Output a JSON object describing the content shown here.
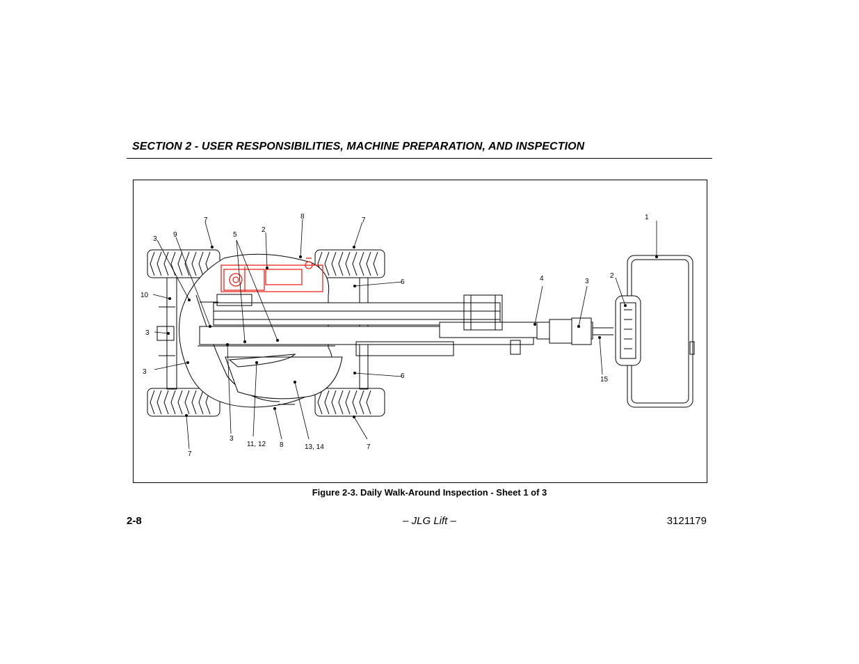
{
  "header": {
    "section_title": "SECTION 2 - USER RESPONSIBILITIES, MACHINE PREPARATION, AND INSPECTION"
  },
  "figure": {
    "caption": "Figure 2-3. Daily Walk-Around Inspection - Sheet 1 of 3",
    "callouts": [
      "1",
      "2",
      "2",
      "3",
      "3",
      "3",
      "3",
      "3",
      "4",
      "5",
      "6",
      "6",
      "7",
      "7",
      "7",
      "7",
      "8",
      "8",
      "9",
      "10",
      "11, 12",
      "13, 14",
      "15"
    ],
    "colors": {
      "line": "#000000",
      "highlight": "#e8261c",
      "fill": "#ffffff"
    }
  },
  "footer": {
    "page_number": "2-8",
    "center_text": "– JLG Lift –",
    "doc_number": "3121179"
  }
}
